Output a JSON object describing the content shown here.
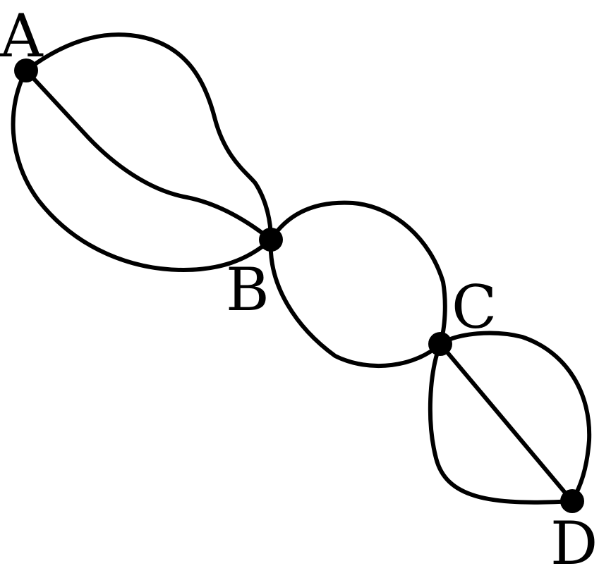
{
  "graph": {
    "vertices": [
      {
        "id": "A",
        "label": "A"
      },
      {
        "id": "B",
        "label": "B"
      },
      {
        "id": "C",
        "label": "C"
      },
      {
        "id": "D",
        "label": "D"
      }
    ],
    "edges": [
      {
        "id": "ab-straight",
        "from": "A",
        "to": "B"
      },
      {
        "id": "ab-upper",
        "from": "A",
        "to": "B"
      },
      {
        "id": "ab-lower",
        "from": "A",
        "to": "B"
      },
      {
        "id": "bc-upper",
        "from": "B",
        "to": "C"
      },
      {
        "id": "bc-lower",
        "from": "B",
        "to": "C"
      },
      {
        "id": "cd-straight",
        "from": "C",
        "to": "D"
      },
      {
        "id": "cd-right",
        "from": "C",
        "to": "D"
      },
      {
        "id": "cd-left",
        "from": "C",
        "to": "D"
      }
    ]
  },
  "colors": {
    "stroke": "#000000",
    "vertex": "#000000",
    "background": "#ffffff"
  }
}
